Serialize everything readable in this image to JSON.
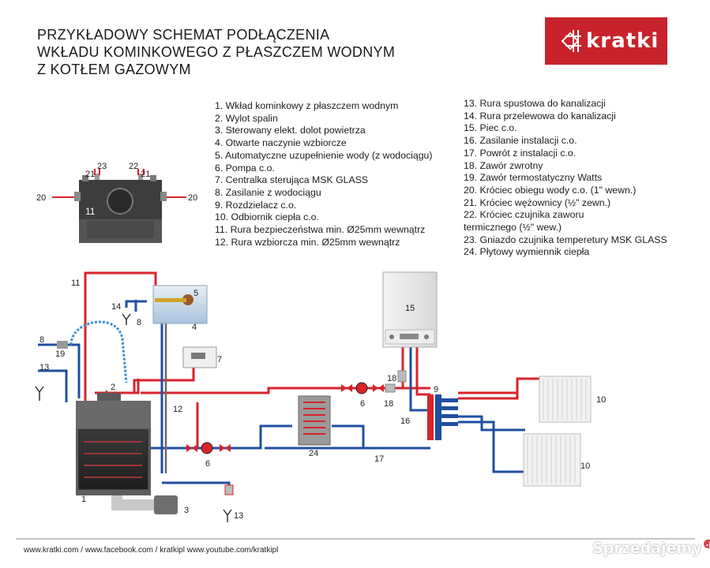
{
  "title": {
    "line1": "PRZYKŁADOWY SCHEMAT PODŁĄCZENIA",
    "line2": "WKŁADU KOMINKOWEGO Z PŁASZCZEM WODNYM",
    "line3": "Z KOTŁEM GAZOWYM"
  },
  "logo": {
    "text": "kratki",
    "color": "#c8232c"
  },
  "legend_left": [
    "1. Wkład kominkowy z płaszczem wodnym",
    "2. Wylot spalin",
    "3. Sterowany elekt. dolot powietrza",
    "4. Otwarte naczynie wzbiorcze",
    "5. Automatyczne uzupełnienie wody (z wodociągu)",
    "6. Pompa c.o.",
    "7. Centralka sterująca MSK GLASS",
    "8. Zasilanie z wodociągu",
    "9. Rozdzielacz c.o.",
    "10. Odbiornik ciepła c.o.",
    "11. Rura bezpieczeństwa min. Ø25mm wewnątrz",
    "12. Rura wzbiorcza min. Ø25mm wewnątrz"
  ],
  "legend_right": [
    "13. Rura spustowa do kanalizacji",
    "14. Rura przelewowa do kanalizacji",
    "15. Piec c.o.",
    "16. Zasilanie instalacji c.o.",
    "17. Powrót z instalacji c.o.",
    "18. Zawór zwrotny",
    "19. Zawór termostatyczny Watts",
    "20. Króciec obiegu wody c.o. (1\" wewn.)",
    "21. Króciec wężownicy (½\" zewn.)",
    "22. Króciec czujnika zaworu",
    "     termicznego (½\" wew.)",
    "23. Gniazdo czujnika temperetury MSK GLASS",
    "24. Płytowy wymiennik ciepła"
  ],
  "labels": {
    "n1": "1",
    "n2": "2",
    "n3": "3",
    "n4": "4",
    "n5": "5",
    "n6a": "6",
    "n6b": "6",
    "n7": "7",
    "n8a": "8",
    "n8b": "8",
    "n9": "9",
    "n10a": "10",
    "n10b": "10",
    "n11a": "11",
    "n11b": "11",
    "n12": "12",
    "n13a": "13",
    "n13b": "13",
    "n14": "14",
    "n15": "15",
    "n16": "16",
    "n17": "17",
    "n18a": "18",
    "n18b": "18",
    "n19": "19",
    "n20a": "20",
    "n20b": "20",
    "n21a": "21",
    "n21b": "21",
    "n22": "22",
    "n23": "23",
    "n24": "24"
  },
  "colors": {
    "supply": "#d8232a",
    "return": "#1f4fa0",
    "grey": "#6b6b6b"
  },
  "footer": "www.kratki.com / www.facebook.com / kratkipl www.youtube.com/kratkipl",
  "watermark": {
    "text": "Sprzedajemy",
    "tld": ".pl"
  }
}
